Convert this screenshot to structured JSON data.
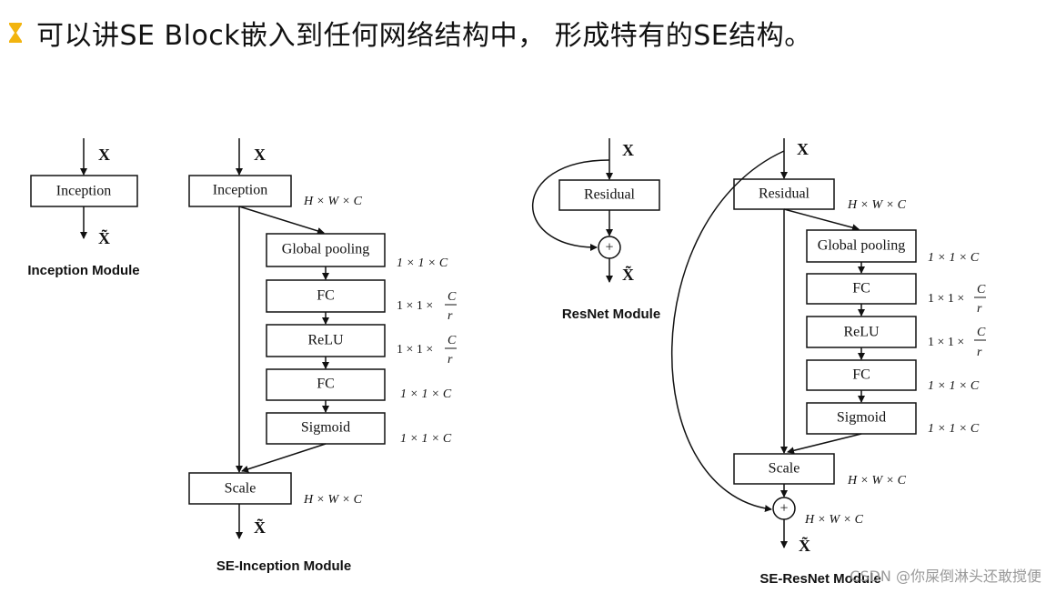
{
  "header": {
    "title": "可以讲SE Block嵌入到任何网络结构中，  形成特有的SE结构。",
    "bullet_color": "#f2b40f"
  },
  "labels": {
    "x": "X",
    "x_tilde": "X̃",
    "inception": "Inception",
    "residual": "Residual",
    "global_pooling": "Global pooling",
    "fc": "FC",
    "relu": "ReLU",
    "sigmoid": "Sigmoid",
    "scale": "Scale",
    "plus": "+"
  },
  "dims": {
    "hwc": "H × W × C",
    "onec": "1 × 1 × C",
    "one_prefix": "1 × 1 ×",
    "frac_num": "C",
    "frac_den": "r"
  },
  "captions": {
    "inception_module": "Inception Module",
    "se_inception_module": "SE-Inception Module",
    "resnet_module": "ResNet Module",
    "se_resnet_module": "SE-ResNet Module"
  },
  "watermark": "CSDN @你屎倒淋头还敢搅便"
}
